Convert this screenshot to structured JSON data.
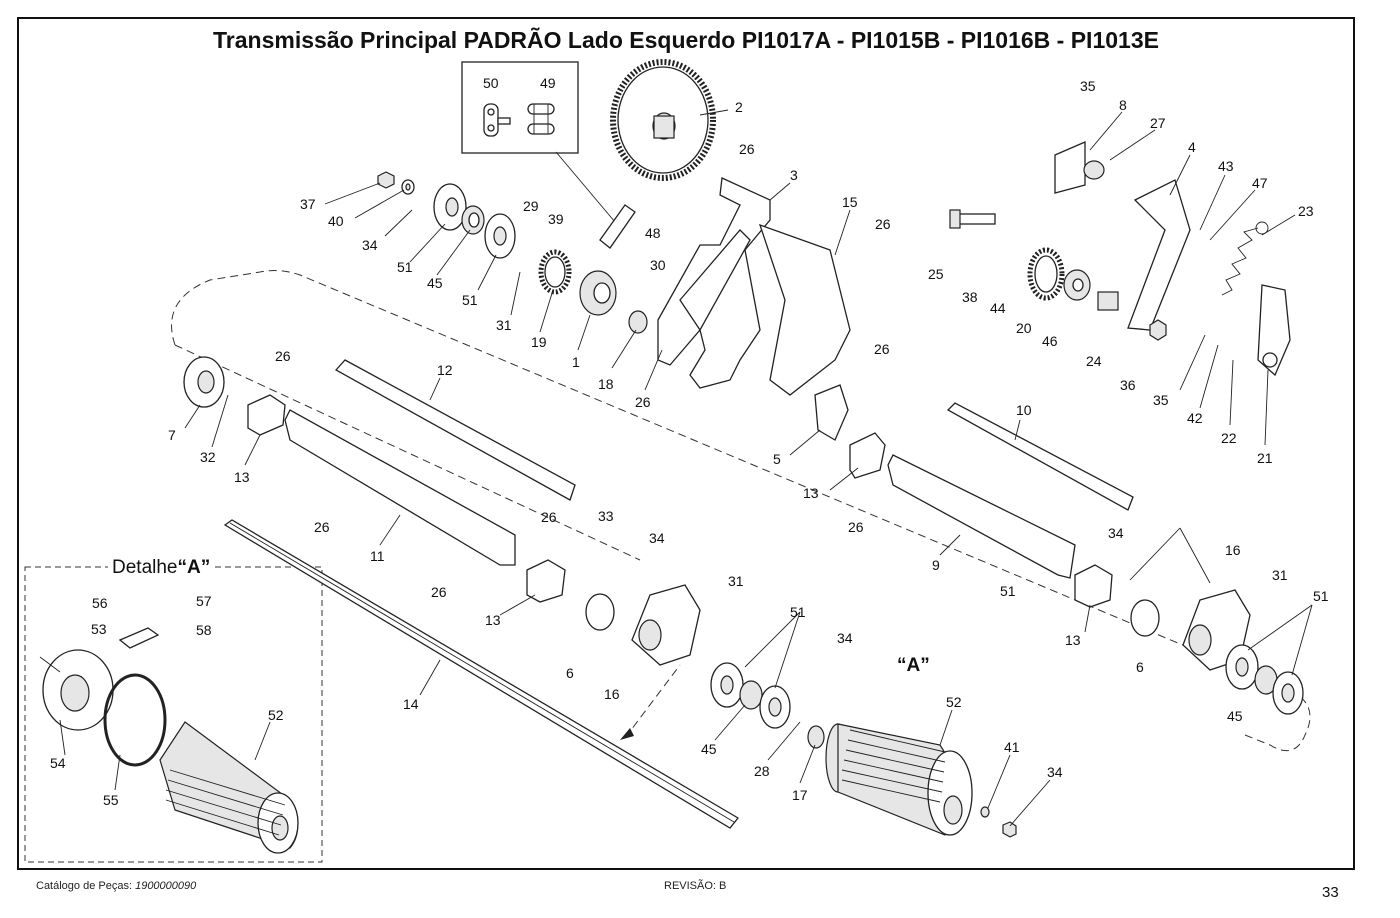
{
  "title": "Transmissão Principal PADRÃO Lado Esquerdo PI1017A - PI1015B - PI1016B - PI1013E",
  "footer": {
    "catalog_label": "Catálogo de Peças:",
    "catalog_number": "1900000090",
    "revision": "REVISÃO: B",
    "page_number": "33"
  },
  "detail_view": {
    "prefix": "Detalhe",
    "letter": "“A”"
  },
  "view_marker": "“A”",
  "callouts": [
    "50",
    "49",
    "2",
    "35",
    "8",
    "27",
    "4",
    "43",
    "47",
    "23",
    "26",
    "3",
    "15",
    "26",
    "37",
    "40",
    "34",
    "29",
    "39",
    "48",
    "30",
    "25",
    "38",
    "44",
    "20",
    "46",
    "24",
    "36",
    "51",
    "45",
    "51",
    "31",
    "19",
    "1",
    "18",
    "26",
    "35",
    "42",
    "22",
    "21",
    "26",
    "12",
    "26",
    "10",
    "7",
    "32",
    "13",
    "5",
    "13",
    "11",
    "26",
    "26",
    "9",
    "26",
    "33",
    "34",
    "31",
    "34",
    "16",
    "31",
    "51",
    "26",
    "13",
    "6",
    "16",
    "51",
    "13",
    "6",
    "34",
    "51",
    "45",
    "14",
    "45",
    "28",
    "17",
    "52",
    "41",
    "34",
    "56",
    "57",
    "53",
    "58",
    "52",
    "54",
    "55"
  ]
}
